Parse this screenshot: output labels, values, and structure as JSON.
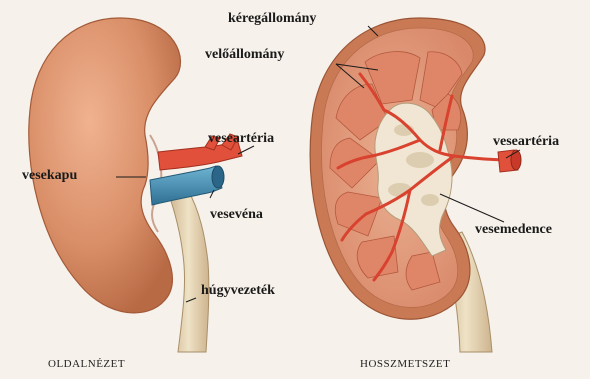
{
  "labels": {
    "keregallomany": "kéregállomány",
    "veloallomany": "velőállomány",
    "veseateria_left": "veseartéria",
    "veseateria_right": "veseartéria",
    "vesekapu": "vesekapu",
    "vesevena": "vesevéna",
    "vesemedence": "vesemedence",
    "hugyvezetek": "húgyvezeték"
  },
  "captions": {
    "left": "OLDALNÉZET",
    "right": "HOSSZMETSZET"
  },
  "colors": {
    "background": "#f6f1ea",
    "kidney_outer": "#d98f68",
    "cortex": "#e7a07e",
    "medulla": "#e08668",
    "artery": "#e0503a",
    "vein": "#3d8fb3",
    "ureter": "#e7d6b6",
    "pelvis": "#f0e6d3"
  }
}
